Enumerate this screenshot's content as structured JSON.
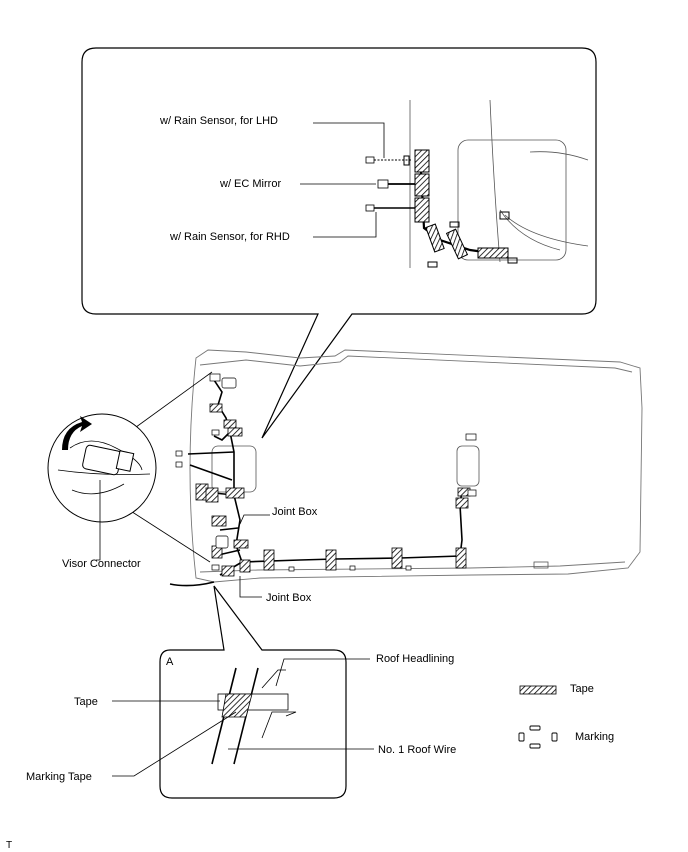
{
  "callouts": {
    "rain_sensor_lhd": "w/ Rain Sensor, for LHD",
    "ec_mirror": "w/ EC Mirror",
    "rain_sensor_rhd": "w/ Rain Sensor, for RHD",
    "joint_box_upper": "Joint Box",
    "joint_box_lower": "Joint Box",
    "visor_connector": "Visor Connector"
  },
  "detail_a": {
    "label": "A",
    "roof_headlining": "Roof Headlining",
    "tape": "Tape",
    "marking_tape": "Marking Tape",
    "no1_roof_wire": "No. 1 Roof Wire"
  },
  "legend": {
    "tape": "Tape",
    "marking": "Marking"
  },
  "footer_mark": "T"
}
